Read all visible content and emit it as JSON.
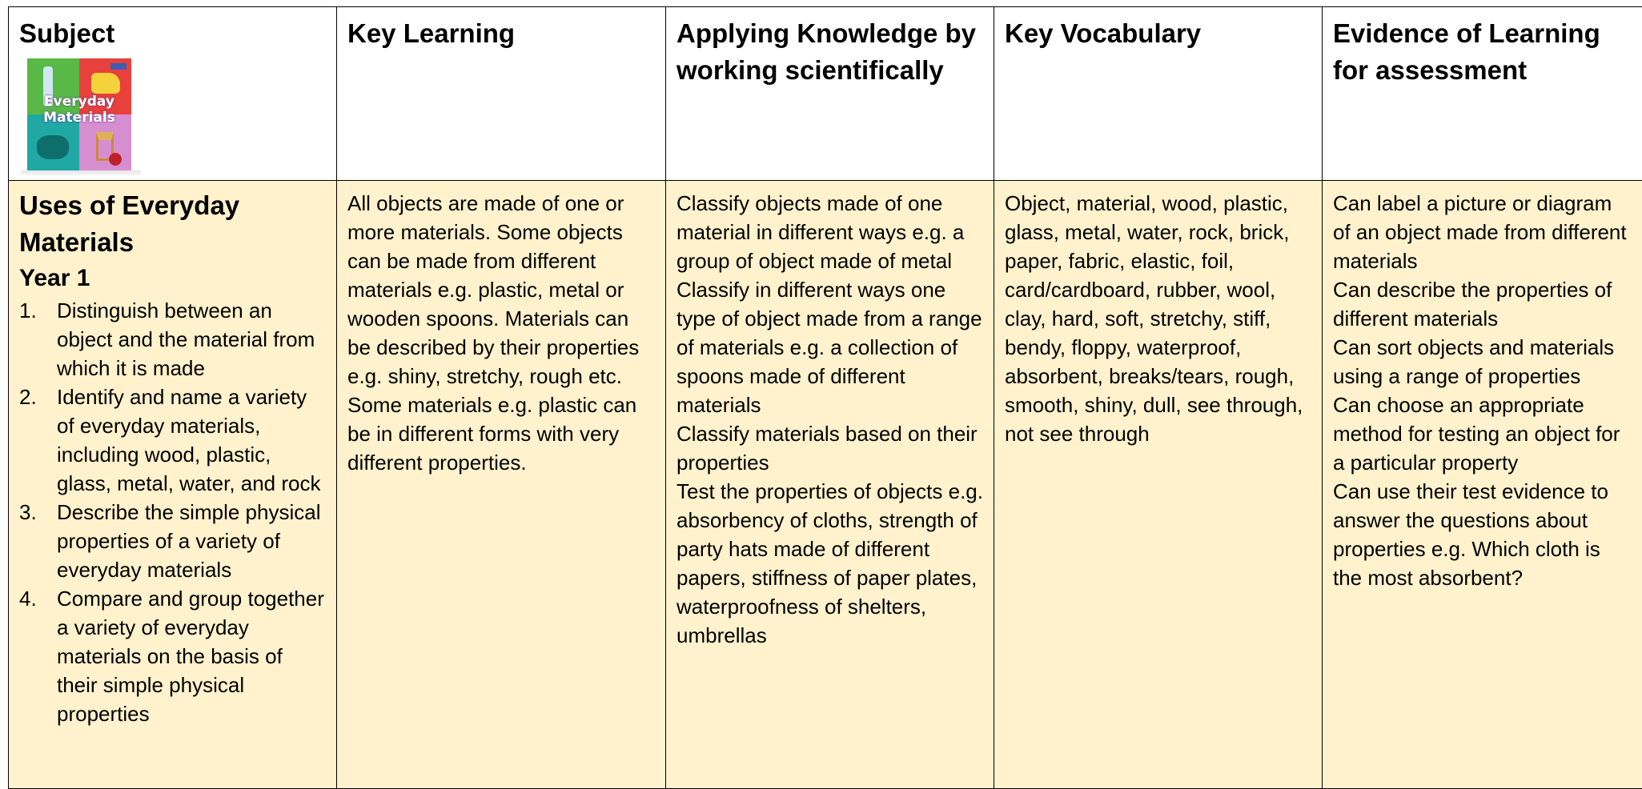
{
  "headers": {
    "subject": "Subject",
    "key_learning": "Key Learning",
    "applying": "Applying Knowledge by working scientifically",
    "vocabulary": "Key Vocabulary",
    "evidence": "Evidence of Learning for assessment"
  },
  "cover": {
    "title_line1": "Everyday",
    "title_line2": "Materials"
  },
  "subject_cell": {
    "topic": "Uses of Everyday Materials",
    "year": "Year 1",
    "objectives": [
      {
        "num": "1.",
        "text": "Distinguish between an object and the material from which it is made"
      },
      {
        "num": "2.",
        "text": "Identify and name a variety of everyday materials, including wood, plastic, glass, metal, water, and rock"
      },
      {
        "num": "3.",
        "text": "Describe the simple physical properties of a variety of everyday materials"
      },
      {
        "num": "4.",
        "text": "Compare and group together a variety of everyday materials on the basis of their simple physical properties"
      }
    ]
  },
  "key_learning_text": "All objects are made of one or more materials. Some objects can be made from different materials e.g. plastic, metal or wooden spoons. Materials can be described by their properties e.g. shiny, stretchy, rough etc. Some materials e.g. plastic can be in different forms with very different properties.",
  "applying_lines": [
    "Classify objects made of one material in different ways e.g. a group of object made of metal",
    "Classify in different ways one type of object made from a range of materials e.g. a collection of spoons made of different materials",
    "Classify materials based on their properties",
    "Test the properties of objects e.g. absorbency of cloths, strength of party hats made of different papers, stiffness of paper plates, waterproofness of shelters, umbrellas"
  ],
  "vocabulary_text": "Object, material, wood, plastic, glass, metal, water, rock, brick, paper, fabric, elastic, foil, card/cardboard, rubber, wool, clay, hard, soft, stretchy, stiff, bendy, floppy, waterproof, absorbent, breaks/tears, rough, smooth, shiny, dull, see through, not see through",
  "evidence_lines": [
    "Can label a picture or diagram of an object made from different materials",
    "Can describe the properties of different materials",
    "Can sort objects and materials using a range of properties",
    "Can choose an appropriate method for testing an object for a particular property",
    "Can use their test evidence to answer the questions about properties e.g. Which cloth is the most absorbent?"
  ],
  "colors": {
    "body_fill": "#fff2cc",
    "header_fill": "#ffffff",
    "border": "#000000"
  }
}
